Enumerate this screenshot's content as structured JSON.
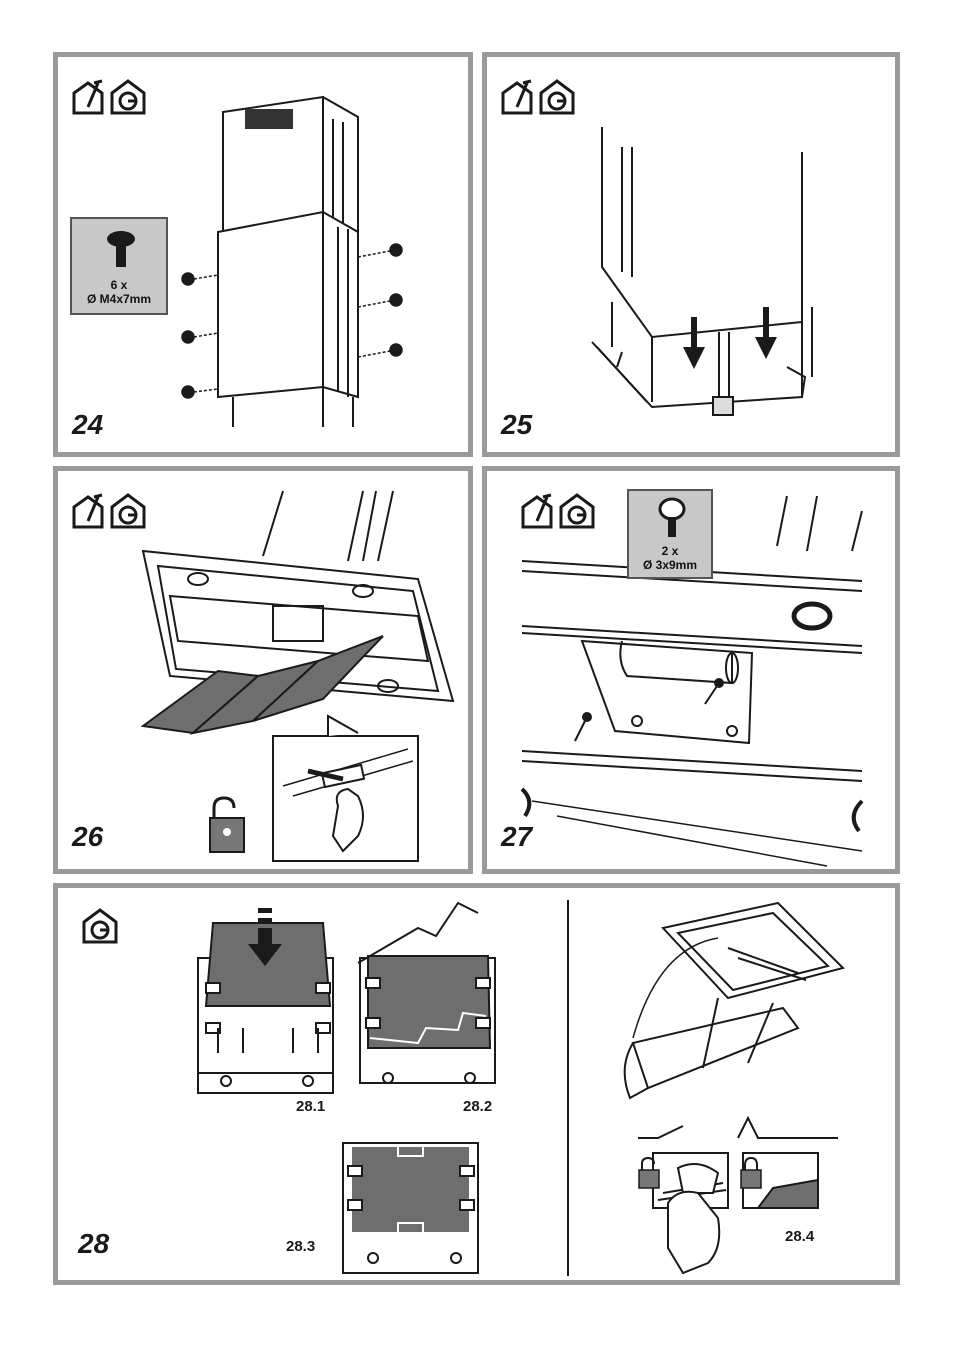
{
  "steps": {
    "s24": {
      "number": "24",
      "screw_qty": "6 x",
      "screw_size": "Ø M4x7mm"
    },
    "s25": {
      "number": "25"
    },
    "s26": {
      "number": "26"
    },
    "s27": {
      "number": "27",
      "screw_qty": "2 x",
      "screw_size": "Ø 3x9mm"
    },
    "s28": {
      "number": "28",
      "sub": [
        "28.1",
        "28.2",
        "28.3",
        "28.4"
      ]
    }
  },
  "icons": {
    "ducted": "ducted-mode-icon",
    "recirculation": "recirculation-mode-icon",
    "unlock": "unlock-padlock-icon",
    "lock": "lock-padlock-icon",
    "screw": "screw-icon"
  },
  "colors": {
    "frame": "#9a9a9a",
    "ink": "#1a1a1a",
    "label_bg": "#c8c8c8",
    "filter": "#6e6e6e"
  }
}
